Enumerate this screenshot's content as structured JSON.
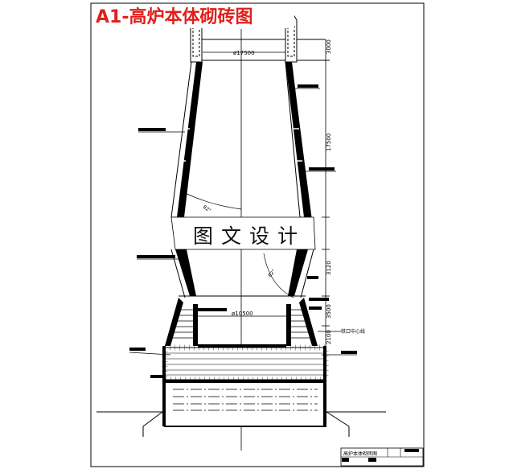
{
  "title": "A1-高炉本体砌砖图",
  "watermark": "图文设计",
  "dimensions": {
    "throat_diameter": "ø17500",
    "hearth_diameter": "ø10500",
    "throat_height": "3000",
    "shaft_height": "17500",
    "bosh_height": "3120",
    "hearth_upper": "3500",
    "taphole_height": "2100",
    "shaft_angle": "82°",
    "bosh_angle": "82°"
  },
  "labels": {
    "taphole_centerline": "铁口中心线"
  },
  "title_block": {
    "drawing_name": "高炉本体砌砖图"
  },
  "colors": {
    "title": "#e0201c",
    "lines": "#000000"
  }
}
